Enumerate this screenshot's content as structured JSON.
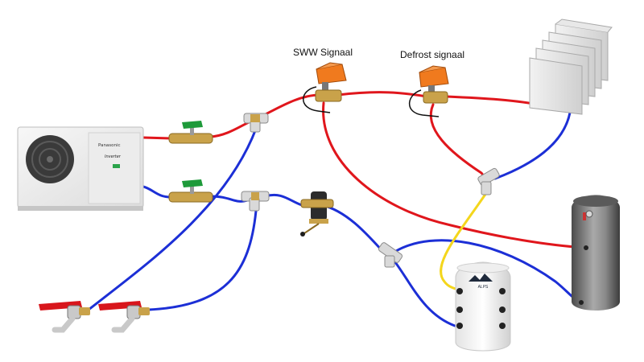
{
  "labels": {
    "sww_signal": "SWW Signaal",
    "defrost_signal": "Defrost signaal"
  },
  "heat_pump": {
    "brand": "Panasonic",
    "series": "Inverter"
  },
  "buffer_tank": {
    "brand": "ALPS"
  },
  "pipe_colors": {
    "supply": "#e0161c",
    "return": "#1c2fd6",
    "bypass": "#f4d61c"
  },
  "component_colors": {
    "actuator": "#f07a1e",
    "valve_handle": "#1e9a3a",
    "tap_handle": "#d8161c",
    "brass": "#c9a24a"
  },
  "icons": [
    "heat-pump-icon",
    "radiator-icon",
    "actuator-icon",
    "ball-valve-icon",
    "tap-icon",
    "tank-icon",
    "filter-icon"
  ]
}
